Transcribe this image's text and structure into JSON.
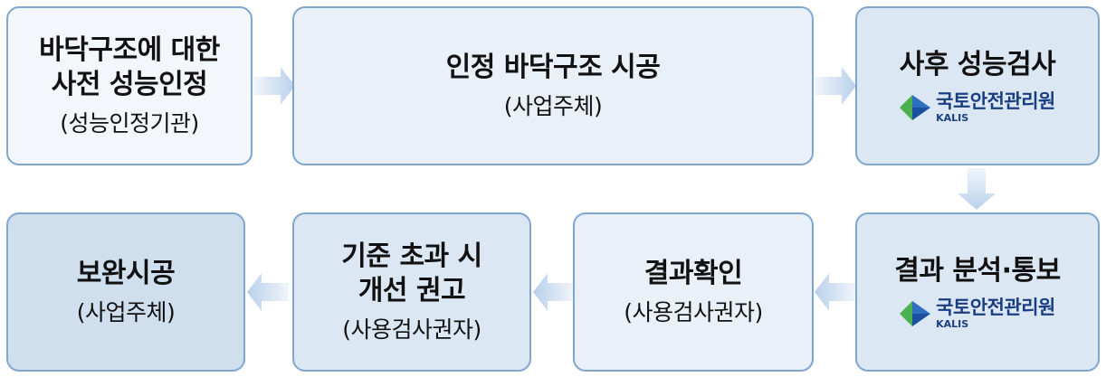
{
  "colors": {
    "border": "#7ea6cf",
    "box_light": "#f3f7fc",
    "box_mid": "#e9f0f8",
    "box_mid2": "#dbe7f3",
    "box_dark": "#cfdfee",
    "arrow": "#b9d0ea",
    "logo_text": "#1b3d82",
    "logo_green": "#4caf50",
    "logo_blue": "#2f6fc0"
  },
  "steps": {
    "pre_cert": {
      "title_line1": "바닥구조에 대한",
      "title_line2": "사전 성능인정",
      "sub": "(성능인정기관)"
    },
    "construction": {
      "title": "인정 바닥구조 시공",
      "sub": "(사업주체)"
    },
    "post_test": {
      "title": "사후 성능검사"
    },
    "analysis": {
      "title": "결과 분석·통보"
    },
    "confirm": {
      "title": "결과확인",
      "sub": "(사용검사권자)"
    },
    "recommend": {
      "title_line1": "기준 초과 시",
      "title_line2": "개선 권고",
      "sub": "(사용검사권자)"
    },
    "remedy": {
      "title": "보완시공",
      "sub": "(사업주체)"
    }
  },
  "logo": {
    "name": "국토안전관리원",
    "en": "KALIS",
    "icon": "kalis-logo-icon"
  }
}
